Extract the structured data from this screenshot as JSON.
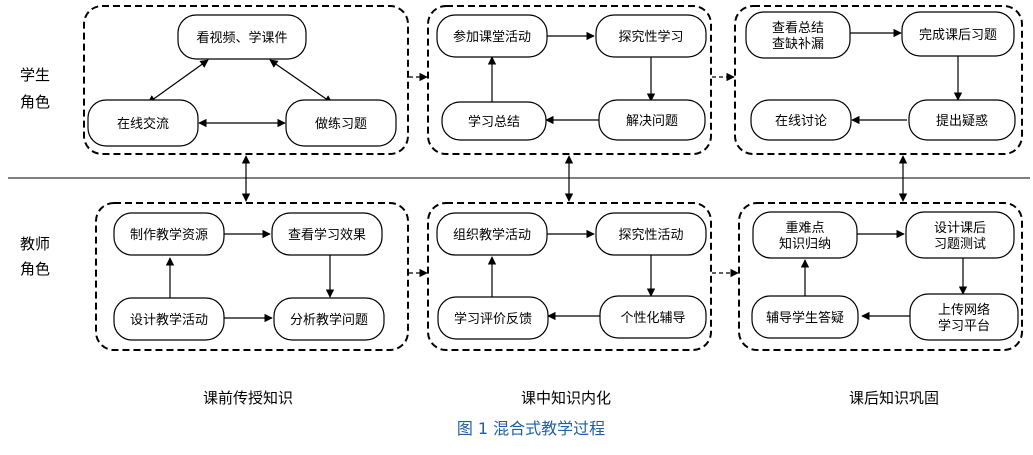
{
  "roles": {
    "student": [
      "学生",
      "角色"
    ],
    "teacher": [
      "教师",
      "角色"
    ]
  },
  "stages": [
    "课前传授知识",
    "课中知识内化",
    "课后知识巩固"
  ],
  "caption": "图 1 混合式教学过程",
  "caption_color": "#1f5fa8",
  "nodes": {
    "s_pre_video": [
      "看视频、学课件"
    ],
    "s_pre_chat": [
      "在线交流"
    ],
    "s_pre_ex": [
      "做练习题"
    ],
    "s_in_join": [
      "参加课堂活动"
    ],
    "s_in_explore": [
      "探究性学习"
    ],
    "s_in_solve": [
      "解决问题"
    ],
    "s_in_sum": [
      "学习总结"
    ],
    "s_post_review": [
      "查看总结",
      "查缺补漏"
    ],
    "s_post_hw": [
      "完成课后习题"
    ],
    "s_post_ask": [
      "提出疑惑"
    ],
    "s_post_disc": [
      "在线讨论"
    ],
    "t_pre_make": [
      "制作教学资源"
    ],
    "t_pre_check": [
      "查看学习效果"
    ],
    "t_pre_analyze": [
      "分析教学问题"
    ],
    "t_pre_design": [
      "设计教学活动"
    ],
    "t_in_org": [
      "组织教学活动"
    ],
    "t_in_explore": [
      "探究性活动"
    ],
    "t_in_tutor": [
      "个性化辅导"
    ],
    "t_in_eval": [
      "学习评价反馈"
    ],
    "t_post_key": [
      "重难点",
      "知识归纳"
    ],
    "t_post_test": [
      "设计课后",
      "习题测试"
    ],
    "t_post_upload": [
      "上传网络",
      "学习平台"
    ],
    "t_post_answer": [
      "辅导学生答疑"
    ]
  }
}
